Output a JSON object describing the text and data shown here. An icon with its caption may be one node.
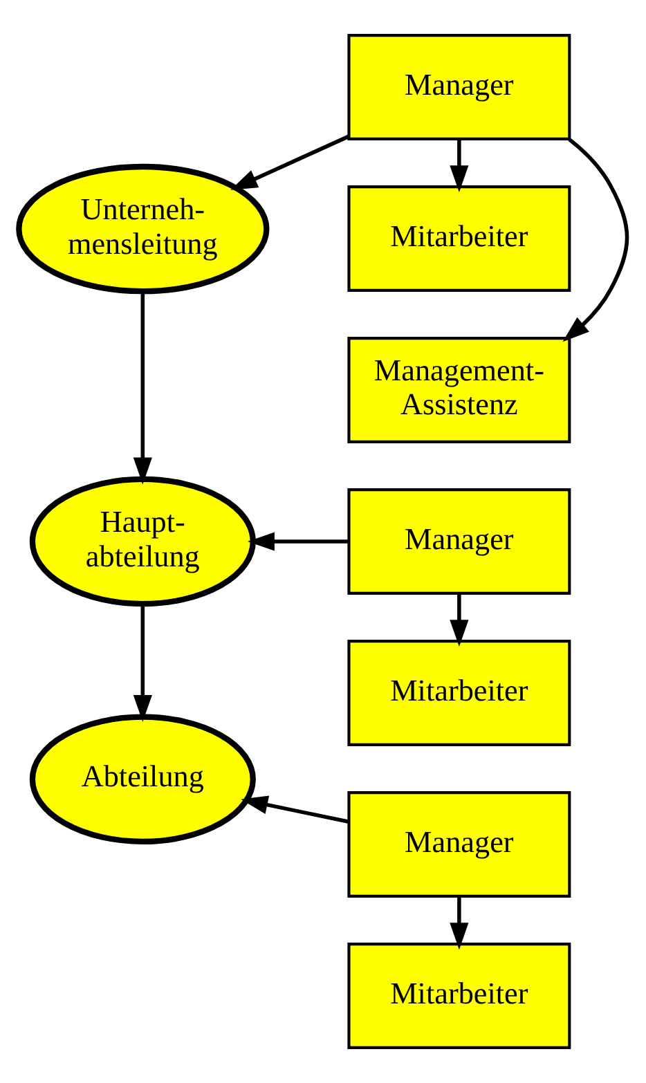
{
  "diagram": {
    "nodes": [
      {
        "text": [
          "Unterneh- mensleitung"
        ]
      },
      {
        "text": [
          "Manager"
        ]
      },
      {
        "text": [
          "Management- Assistenz"
        ]
      },
      {
        "text": [
          "Mitarbeiter"
        ]
      },
      {
        "text": [
          "Haupt- abteilung"
        ]
      },
      {
        "text": [
          "Manager"
        ]
      },
      {
        "text": [
          "Mitarbeiter"
        ]
      },
      {
        "text": [
          "Abteilung"
        ]
      },
      {
        "text": [
          "Manager"
        ]
      },
      {
        "text": [
          "Mitarbeiter"
        ]
      }
    ],
    "edges": [
      {
        "from": 1,
        "to": 0,
        "arrow": "to"
      },
      {
        "from": 1,
        "to": 2,
        "arrow": "to"
      },
      {
        "from": 1,
        "to": 3,
        "arrow": "to"
      },
      {
        "from": 0,
        "to": 4,
        "arrow": "to"
      },
      {
        "from": 5,
        "to": 4,
        "arrow": "to"
      },
      {
        "from": 5,
        "to": 6,
        "arrow": "to"
      },
      {
        "from": 4,
        "to": 7,
        "arrow": "to"
      },
      {
        "from": 8,
        "to": 7,
        "arrow": "to"
      },
      {
        "from": 8,
        "to": 9,
        "arrow": "to"
      }
    ]
  }
}
